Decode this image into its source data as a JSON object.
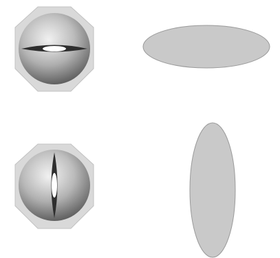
{
  "scene": {
    "background": "#ffffff",
    "colors": {
      "octagon_fill": "#d9d9d9",
      "octagon_stroke": "#c2c2c2",
      "sphere_light": "#f7f7f7",
      "sphere_mid": "#bdbdbd",
      "sphere_dark": "#6e6e6e",
      "slit_dark": "#2e2e2e",
      "slit_light": "#ffffff",
      "ellipse_fill": "#c9c9c9",
      "ellipse_stroke": "#9a9a9a"
    },
    "items": [
      {
        "name": "horizontal-slit-sphere-icon",
        "orientation": "horizontal"
      },
      {
        "name": "horizontal-ellipse",
        "orientation": "horizontal"
      },
      {
        "name": "vertical-slit-sphere-icon",
        "orientation": "vertical"
      },
      {
        "name": "vertical-ellipse",
        "orientation": "vertical"
      }
    ]
  }
}
